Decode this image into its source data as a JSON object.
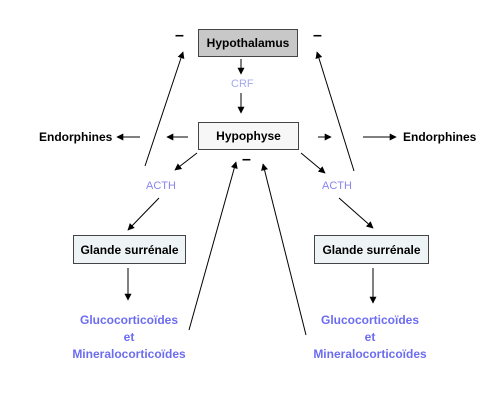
{
  "nodes": {
    "hypothalamus": "Hypothalamus",
    "hypophyse": "Hypophyse",
    "glande_left": "Glande surrénale",
    "glande_right": "Glande surrénale"
  },
  "labels": {
    "crf": "CRF",
    "acth_left": "ACTH",
    "acth_right": "ACTH",
    "endorphines_left": "Endorphines",
    "endorphines_right": "Endorphines",
    "gluco_left": "Glucocorticoïdes",
    "et_left": "et",
    "minera_left": "Mineralocorticoïdes",
    "gluco_right": "Glucocorticoïdes",
    "et_right": "et",
    "minera_right": "Mineralocorticoïdes"
  },
  "signs": {
    "minus_top_left": "–",
    "minus_top_right": "–",
    "minus_center": "–"
  }
}
